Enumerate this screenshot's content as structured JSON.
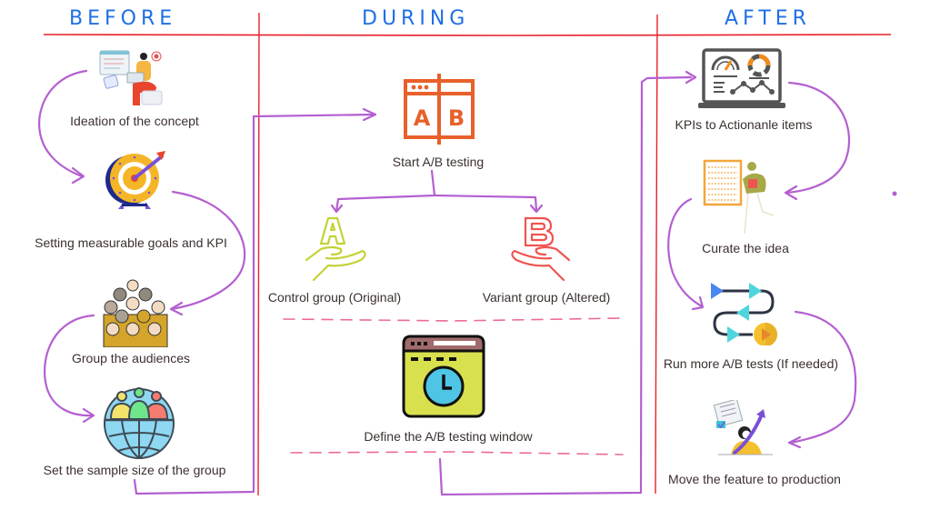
{
  "phases": {
    "before": {
      "title": "BEFORE",
      "steps": [
        {
          "label": "Ideation of the concept",
          "icon": "person-laptop-icon"
        },
        {
          "label": "Setting measurable goals and KPI",
          "icon": "target-arrow-icon"
        },
        {
          "label": "Group the audiences",
          "icon": "crowd-icon"
        },
        {
          "label": "Set the sample size of the group",
          "icon": "globe-group-icon"
        }
      ]
    },
    "during": {
      "title": "DURING",
      "steps": [
        {
          "label": "Start A/B testing",
          "icon": "ab-window-icon"
        },
        {
          "label": "Control group (Original)",
          "icon": "hand-letter-a-icon"
        },
        {
          "label": "Variant group (Altered)",
          "icon": "hand-letter-b-icon"
        },
        {
          "label": "Define the A/B testing window",
          "icon": "browser-clock-icon"
        }
      ]
    },
    "after": {
      "title": "AFTER",
      "steps": [
        {
          "label": "KPIs to Actionanle items",
          "icon": "dashboard-laptop-icon"
        },
        {
          "label": "Curate the idea",
          "icon": "abacus-person-icon"
        },
        {
          "label": "Run more A/B tests (If needed)",
          "icon": "flow-path-icon"
        },
        {
          "label": "Move the feature to production",
          "icon": "woman-growth-icon"
        }
      ]
    }
  },
  "colors": {
    "title": "#1f6fe5",
    "divider": "#e8202a",
    "flow_arrow": "#b45fd0",
    "dashed_separator": "#ec6a9a",
    "ab_orange": "#e8602a",
    "letter_a": "#c4d236",
    "letter_b": "#ef5451"
  }
}
